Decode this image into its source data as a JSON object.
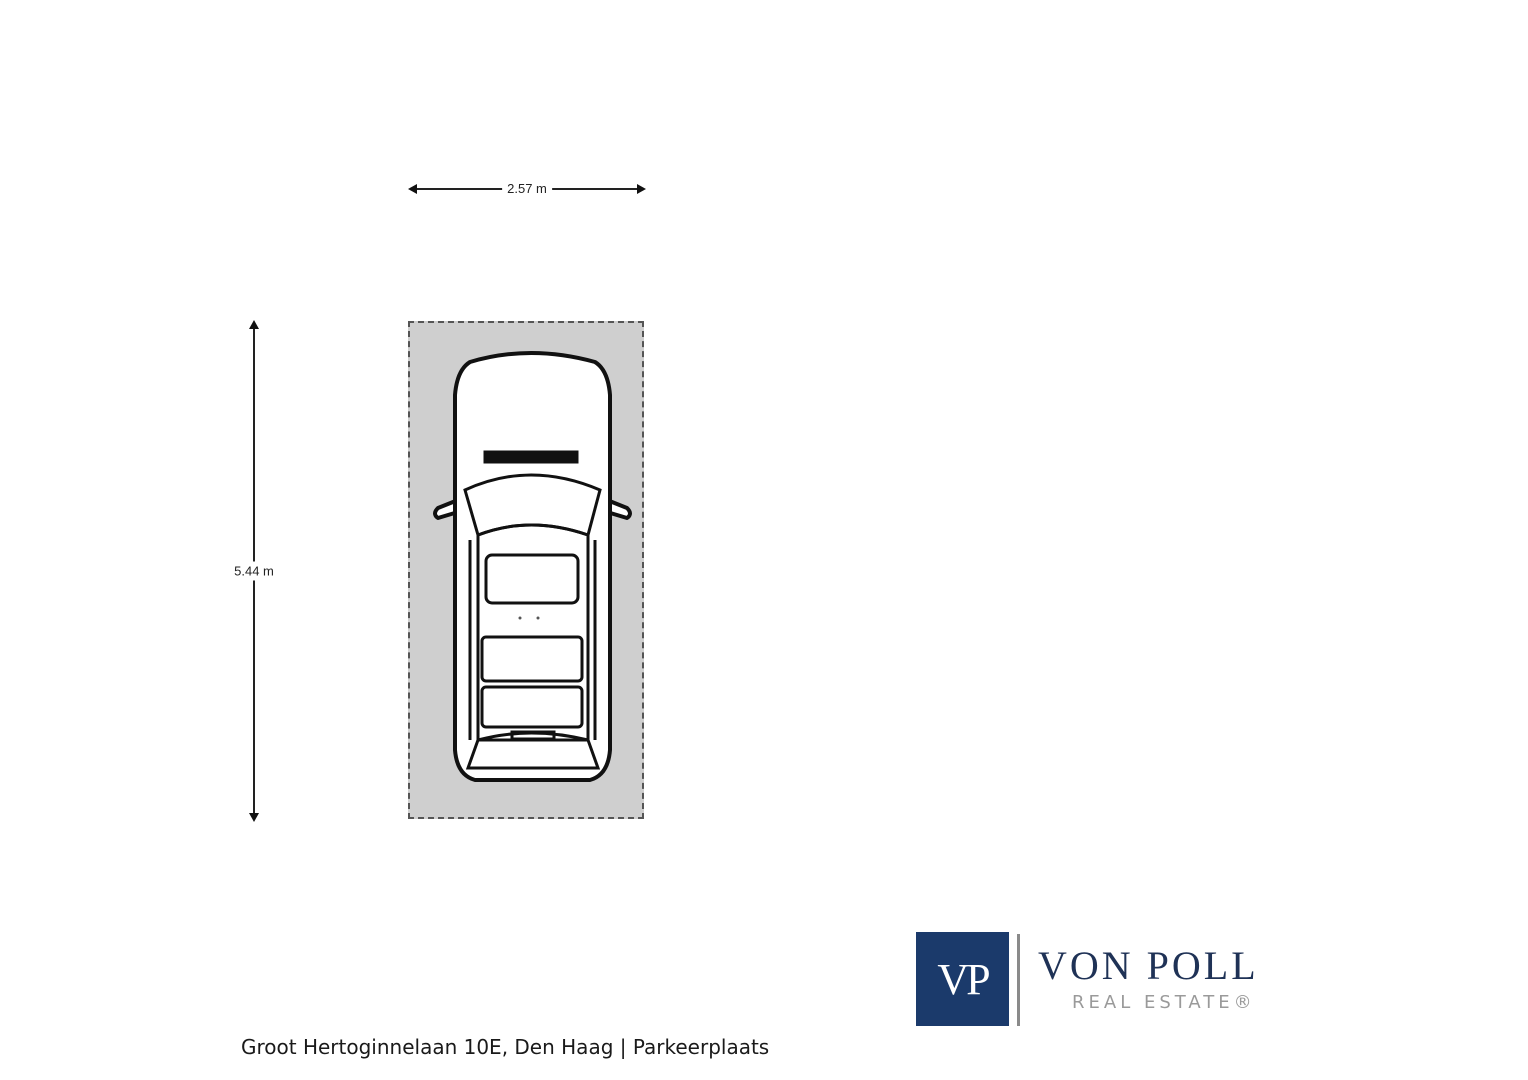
{
  "floorplan": {
    "width_label": "2.57 m",
    "length_label": "5.44 m",
    "area_fill_color": "#cfcfcf",
    "border_color": "#555555"
  },
  "footer": {
    "caption": "Groot Hertoginnelaan 10E, Den Haag | Parkeerplaats"
  },
  "logo": {
    "monogram": "VP",
    "name": "VON POLL",
    "subtitle": "REAL ESTATE®",
    "brand_color": "#1b3a6b"
  }
}
